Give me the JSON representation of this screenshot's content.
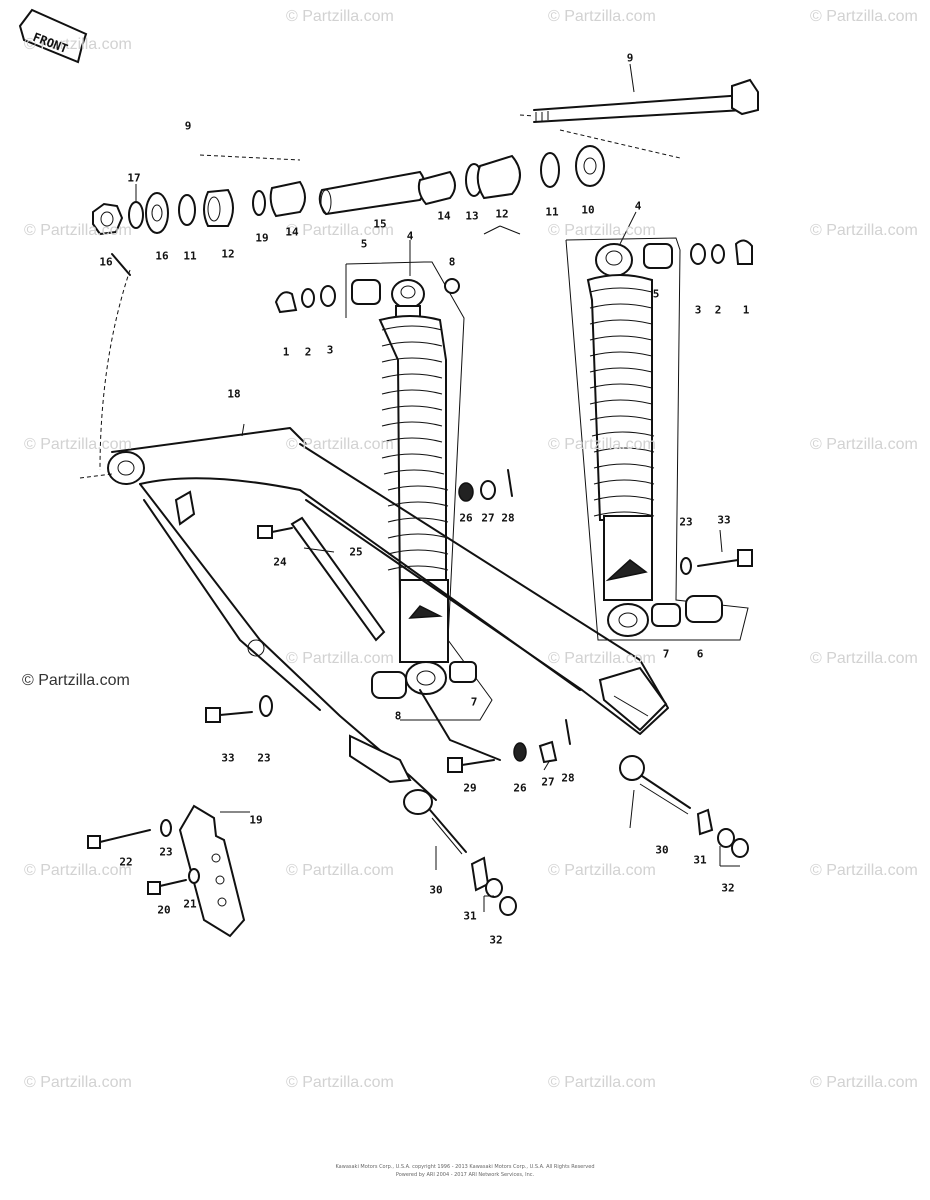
{
  "watermark": {
    "repeat_text": "© Partzilla.com",
    "main_text": "© Partzilla.com",
    "repeat_color": "#d2d2d2",
    "main_color": "#333333"
  },
  "front_arrow": {
    "label": "FRONT"
  },
  "callouts": [
    {
      "id": "c9a",
      "label": "9"
    },
    {
      "id": "c9b",
      "label": "9"
    },
    {
      "id": "c17",
      "label": "17"
    },
    {
      "id": "c16a",
      "label": "16"
    },
    {
      "id": "c16b",
      "label": "16"
    },
    {
      "id": "c11a",
      "label": "11"
    },
    {
      "id": "c12a",
      "label": "12"
    },
    {
      "id": "c19",
      "label": "19"
    },
    {
      "id": "c14a",
      "label": "14"
    },
    {
      "id": "c15",
      "label": "15"
    },
    {
      "id": "c14b",
      "label": "14"
    },
    {
      "id": "c13",
      "label": "13"
    },
    {
      "id": "c12b",
      "label": "12"
    },
    {
      "id": "c11b",
      "label": "11"
    },
    {
      "id": "c10",
      "label": "10"
    },
    {
      "id": "c5a",
      "label": "5"
    },
    {
      "id": "c4a",
      "label": "4"
    },
    {
      "id": "c8a",
      "label": "8"
    },
    {
      "id": "c1a",
      "label": "1"
    },
    {
      "id": "c2a",
      "label": "2"
    },
    {
      "id": "c3a",
      "label": "3"
    },
    {
      "id": "c4b",
      "label": "4"
    },
    {
      "id": "c5b",
      "label": "5"
    },
    {
      "id": "c3b",
      "label": "3"
    },
    {
      "id": "c2b",
      "label": "2"
    },
    {
      "id": "c1b",
      "label": "1"
    },
    {
      "id": "c18",
      "label": "18"
    },
    {
      "id": "c26a",
      "label": "26"
    },
    {
      "id": "c27a",
      "label": "27"
    },
    {
      "id": "c28a",
      "label": "28"
    },
    {
      "id": "c23a",
      "label": "23"
    },
    {
      "id": "c33a",
      "label": "33"
    },
    {
      "id": "c24",
      "label": "24"
    },
    {
      "id": "c25",
      "label": "25"
    },
    {
      "id": "c7a",
      "label": "7"
    },
    {
      "id": "c6",
      "label": "6"
    },
    {
      "id": "c8b",
      "label": "8"
    },
    {
      "id": "c7b",
      "label": "7"
    },
    {
      "id": "c33b",
      "label": "33"
    },
    {
      "id": "c23b",
      "label": "23"
    },
    {
      "id": "c29",
      "label": "29"
    },
    {
      "id": "c26b",
      "label": "26"
    },
    {
      "id": "c27b",
      "label": "27"
    },
    {
      "id": "c28b",
      "label": "28"
    },
    {
      "id": "c19b",
      "label": "19"
    },
    {
      "id": "c22",
      "label": "22"
    },
    {
      "id": "c23c",
      "label": "23"
    },
    {
      "id": "c20",
      "label": "20"
    },
    {
      "id": "c21",
      "label": "21"
    },
    {
      "id": "c30a",
      "label": "30"
    },
    {
      "id": "c31a",
      "label": "31"
    },
    {
      "id": "c32a",
      "label": "32"
    },
    {
      "id": "c30b",
      "label": "30"
    },
    {
      "id": "c31b",
      "label": "31"
    },
    {
      "id": "c32b",
      "label": "32"
    }
  ],
  "footer": {
    "line1": "Kawasaki Motors Corp., U.S.A. copyright 1996 - 2013 Kawasaki Motors Corp., U.S.A. All Rights Reserved",
    "line2": "Powered by ARI 2004 - 2017 ARI Network Services, Inc."
  }
}
